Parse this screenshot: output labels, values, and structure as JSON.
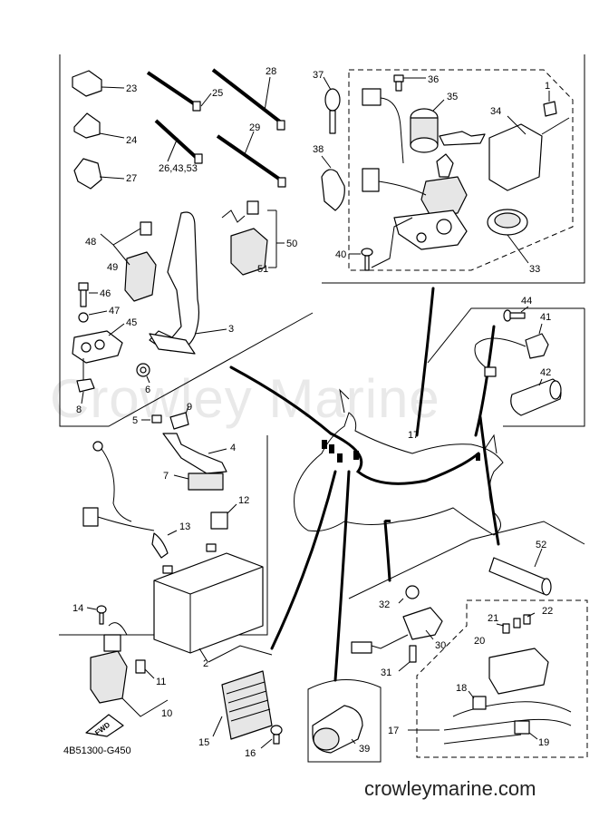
{
  "diagram": {
    "part_code": "4B51300-G450",
    "watermark": "Crowley Marine",
    "site_url": "crowleymarine.com",
    "fwd_label": "FWD",
    "callouts": {
      "c1": "1",
      "c2": "2",
      "c3": "3",
      "c4": "4",
      "c5": "5",
      "c6": "6",
      "c7": "7",
      "c8": "8",
      "c9": "9",
      "c10": "10",
      "c11": "11",
      "c12": "12",
      "c13": "13",
      "c14": "14",
      "c15": "15",
      "c16": "16",
      "c17a": "17",
      "c17b": "17",
      "c18": "18",
      "c19": "19",
      "c20": "20",
      "c21": "21",
      "c22": "22",
      "c23": "23",
      "c24": "24",
      "c25": "25",
      "c26": "26,43,53",
      "c27": "27",
      "c28": "28",
      "c29": "29",
      "c30": "30",
      "c31": "31",
      "c32": "32",
      "c33": "33",
      "c34": "34",
      "c35": "35",
      "c36": "36",
      "c37": "37",
      "c38": "38",
      "c39": "39",
      "c40": "40",
      "c41": "41",
      "c42": "42",
      "c44": "44",
      "c45": "45",
      "c46": "46",
      "c47": "47",
      "c48": "48",
      "c49": "49",
      "c50": "50",
      "c51": "51",
      "c52": "52"
    }
  }
}
